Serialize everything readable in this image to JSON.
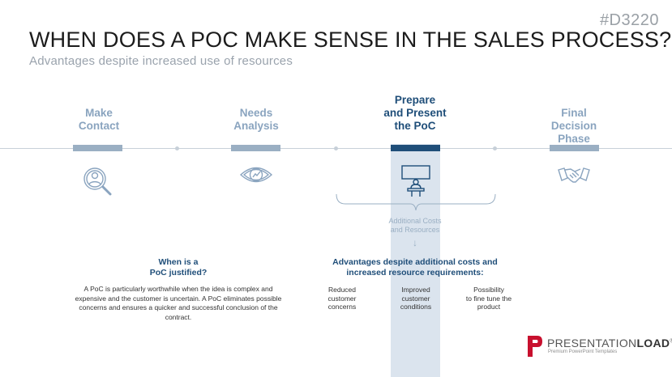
{
  "slide": {
    "code": "#D3220",
    "title": "WHEN DOES A POC MAKE SENSE IN THE SALES PROCESS?",
    "subtitle": "Advantages despite increased use of resources"
  },
  "timeline": {
    "steps": [
      {
        "label": "Make\nContact",
        "icon": "magnifier-person-icon",
        "active": false
      },
      {
        "label": "Needs\nAnalysis",
        "icon": "eye-icon",
        "active": false
      },
      {
        "label": "Prepare\nand Present\nthe PoC",
        "icon": "presenter-icon",
        "active": true
      },
      {
        "label": "Final\nDecision\nPhase",
        "icon": "handshake-icon",
        "active": false
      }
    ]
  },
  "costs": {
    "text": "Additional Costs\nand Resources",
    "arrow": "↓"
  },
  "justified": {
    "title": "When is a\nPoC justified?",
    "text": "A PoC is particularly worthwhile when the idea is complex and expensive and the customer is uncertain. A PoC eliminates possible concerns and ensures a quicker and successful conclusion of the contract."
  },
  "advantages": {
    "title": "Advantages despite additional costs and\nincreased resource requirements:",
    "items": [
      "Reduced\ncustomer\nconcerns",
      "Improved\ncustomer\nconditions",
      "Possibility\nto fine tune the\nproduct"
    ]
  },
  "logo": {
    "name_light": "PRESENTATION",
    "name_bold": "LOAD",
    "reg": "®",
    "tagline": "Premium PowerPoint Templates",
    "color": "#c8102e"
  },
  "colors": {
    "accent_dark": "#1f4e79",
    "accent_light": "#8aa4bf",
    "highlight": "#dbe4ee"
  }
}
